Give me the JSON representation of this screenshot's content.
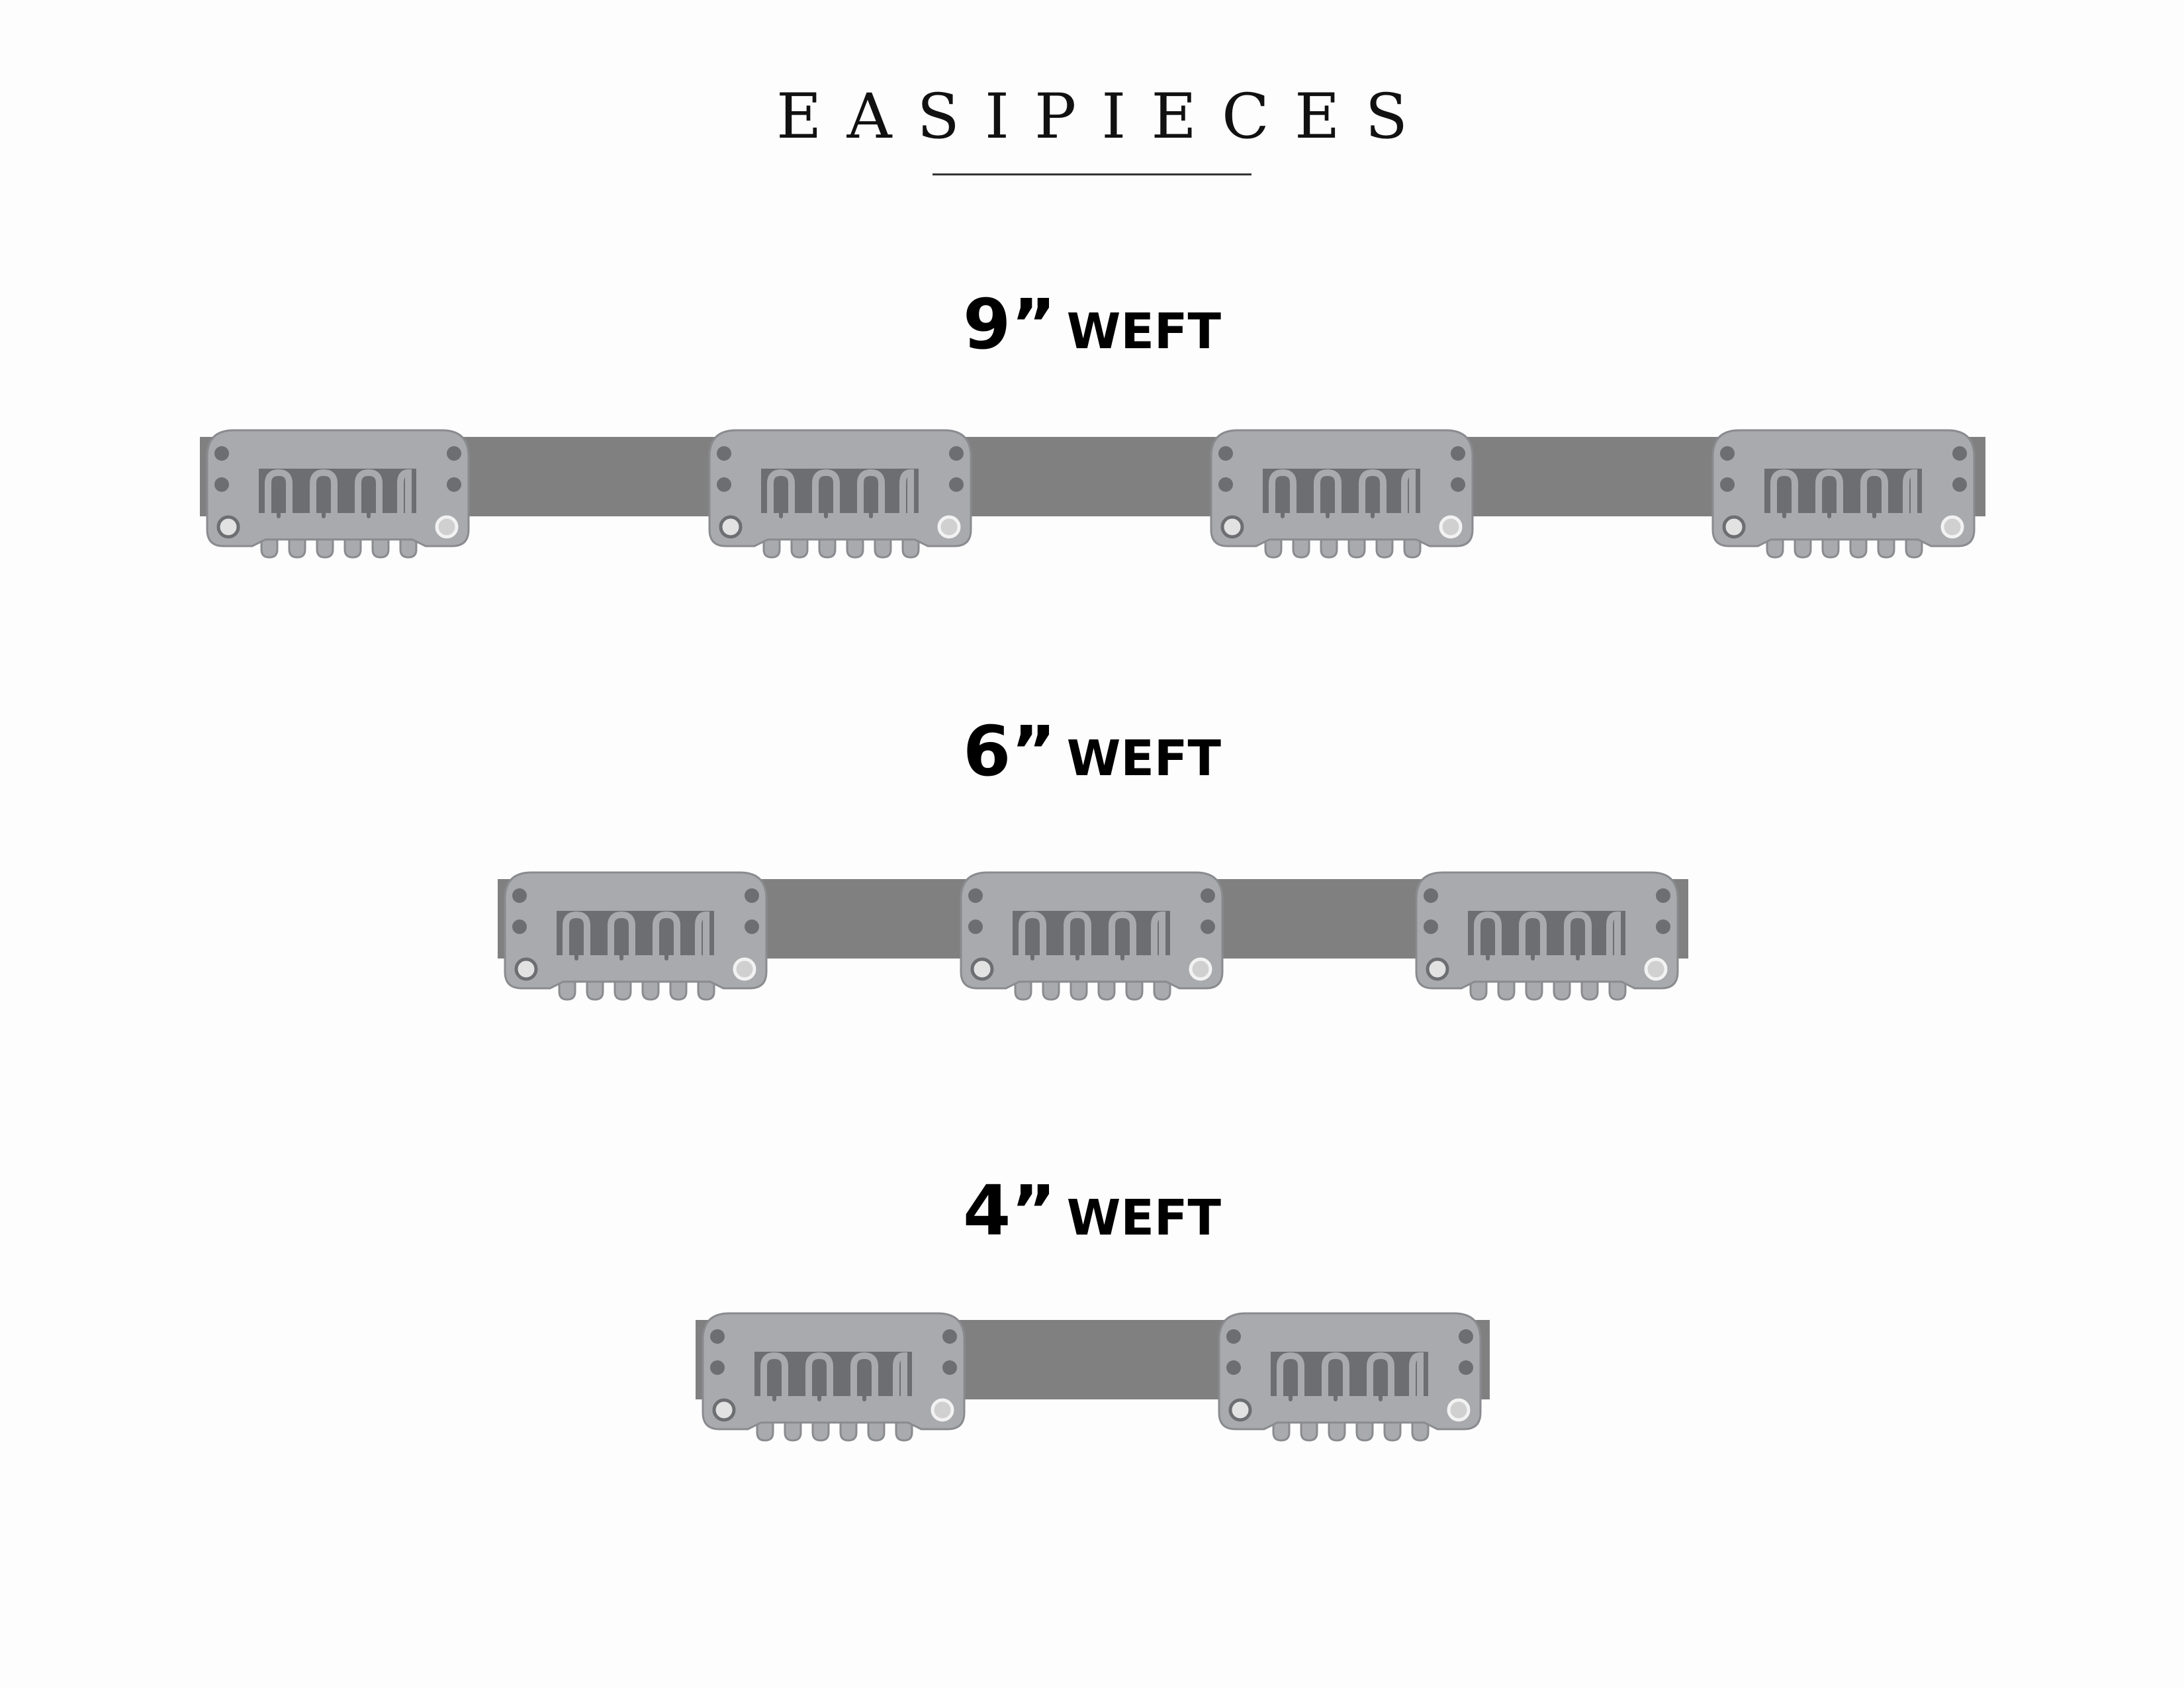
{
  "brand": "EASIPIECES",
  "colors": {
    "background": "#fdfdfd",
    "weft_strip": "#808080",
    "clip_body": "#a9aaae",
    "clip_outline": "#8a8b8f",
    "clip_dark": "#6d6e72",
    "clip_light": "#e2e2e2"
  },
  "wefts": [
    {
      "size_label": "9”",
      "word_label": "WEFT",
      "clip_count": 4
    },
    {
      "size_label": "6”",
      "word_label": "WEFT",
      "clip_count": 3
    },
    {
      "size_label": "4”",
      "word_label": "WEFT",
      "clip_count": 2
    }
  ]
}
